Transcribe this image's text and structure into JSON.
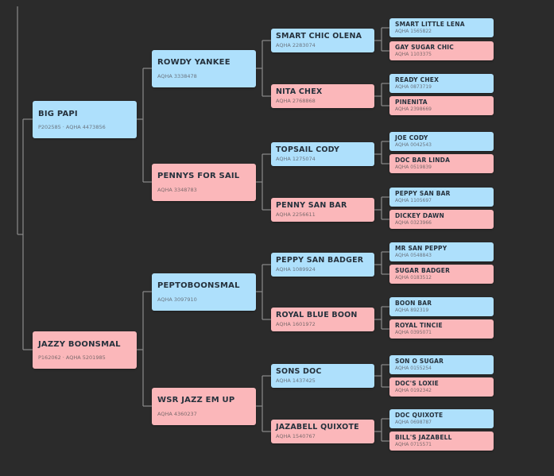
{
  "colors": {
    "background": "#2b2b2b",
    "sire": "#aee0fc",
    "dam": "#fbb7ba",
    "connector": "#8a8a8a"
  },
  "pedigree": {
    "g1": [
      {
        "name": "BIG PAPI",
        "reg": "P202585 · AQHA 4473856",
        "sex": "sire"
      },
      {
        "name": "JAZZY BOONSMAL",
        "reg": "P162062 · AQHA 5201985",
        "sex": "dam"
      }
    ],
    "g2": [
      {
        "name": "ROWDY YANKEE",
        "reg": "AQHA 3338478",
        "sex": "sire"
      },
      {
        "name": "PENNYS FOR SAIL",
        "reg": "AQHA 3348783",
        "sex": "dam"
      },
      {
        "name": "PEPTOBOONSMAL",
        "reg": "AQHA 3097910",
        "sex": "sire"
      },
      {
        "name": "WSR JAZZ EM UP",
        "reg": "AQHA 4360237",
        "sex": "dam"
      }
    ],
    "g3": [
      {
        "name": "SMART CHIC OLENA",
        "reg": "AQHA 2283074",
        "sex": "sire"
      },
      {
        "name": "NITA CHEX",
        "reg": "AQHA 2768868",
        "sex": "dam"
      },
      {
        "name": "TOPSAIL CODY",
        "reg": "AQHA 1275074",
        "sex": "sire"
      },
      {
        "name": "PENNY SAN BAR",
        "reg": "AQHA 2256611",
        "sex": "dam"
      },
      {
        "name": "PEPPY SAN BADGER",
        "reg": "AQHA 1089924",
        "sex": "sire"
      },
      {
        "name": "ROYAL BLUE BOON",
        "reg": "AQHA 1601972",
        "sex": "dam"
      },
      {
        "name": "SONS DOC",
        "reg": "AQHA 1437425",
        "sex": "sire"
      },
      {
        "name": "JAZABELL QUIXOTE",
        "reg": "AQHA 1540767",
        "sex": "dam"
      }
    ],
    "g4": [
      {
        "name": "SMART LITTLE LENA",
        "reg": "AQHA 1565822",
        "sex": "sire"
      },
      {
        "name": "GAY SUGAR CHIC",
        "reg": "AQHA 1103375",
        "sex": "dam"
      },
      {
        "name": "READY CHEX",
        "reg": "AQHA 0873719",
        "sex": "sire"
      },
      {
        "name": "PINENITA",
        "reg": "AQHA 2398669",
        "sex": "dam"
      },
      {
        "name": "JOE CODY",
        "reg": "AQHA 0042543",
        "sex": "sire"
      },
      {
        "name": "DOC BAR LINDA",
        "reg": "AQHA 0519839",
        "sex": "dam"
      },
      {
        "name": "PEPPY SAN BAR",
        "reg": "AQHA 1105697",
        "sex": "sire"
      },
      {
        "name": "DICKEY DAWN",
        "reg": "AQHA 0323966",
        "sex": "dam"
      },
      {
        "name": "MR SAN PEPPY",
        "reg": "AQHA 0548843",
        "sex": "sire"
      },
      {
        "name": "SUGAR BADGER",
        "reg": "AQHA 0183512",
        "sex": "dam"
      },
      {
        "name": "BOON BAR",
        "reg": "AQHA 892319",
        "sex": "sire"
      },
      {
        "name": "ROYAL TINCIE",
        "reg": "AQHA 0395071",
        "sex": "dam"
      },
      {
        "name": "SON O SUGAR",
        "reg": "AQHA 0155254",
        "sex": "sire"
      },
      {
        "name": "DOC'S LOXIE",
        "reg": "AQHA 0192342",
        "sex": "dam"
      },
      {
        "name": "DOC QUIXOTE",
        "reg": "AQHA 0698787",
        "sex": "sire"
      },
      {
        "name": "BILL'S JAZABELL",
        "reg": "AQHA 0715571",
        "sex": "dam"
      }
    ]
  }
}
